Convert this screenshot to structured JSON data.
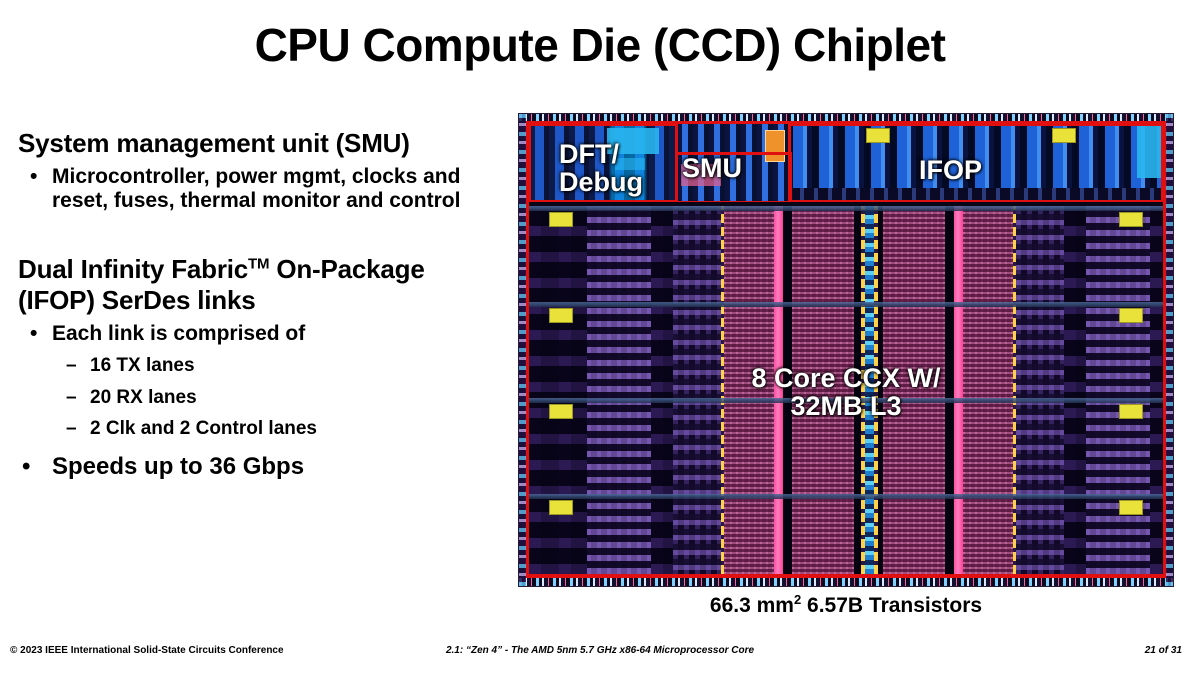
{
  "slide": {
    "title": "CPU Compute Die (CCD) Chiplet"
  },
  "content": {
    "section1": {
      "heading": "System management unit (SMU)",
      "bullet_mark": "•",
      "bullets": [
        "Microcontroller, power mgmt, clocks and reset, fuses, thermal monitor and control"
      ]
    },
    "section2": {
      "heading_line1_pre": "Dual Infinity Fabric",
      "heading_line1_sup": "TM",
      "heading_line1_post": " On-Package",
      "heading_line2": "(IFOP) SerDes links",
      "bullet_mark": "•",
      "dash_mark": "–",
      "bullet1": "Each link is comprised of",
      "sub_bullets": [
        "16 TX lanes",
        "20 RX lanes",
        "2 Clk and 2 Control lanes"
      ],
      "bullet2": "Speeds up to 36 Gbps"
    }
  },
  "die_figure": {
    "labels": {
      "dft_debug": "DFT/\nDebug",
      "smu": "SMU",
      "ifop": "IFOP",
      "ccx": "8 Core CCX W/\n32MB L3"
    },
    "caption_pre": "66.3 mm",
    "caption_sup": "2",
    "caption_post": " 6.57B Transistors",
    "colors": {
      "die_outline": "#e01010",
      "label_text": "#ffffff",
      "l3_cache": "#7a2352",
      "pink_stripe": "#ff4fa2",
      "core_logic": "#a87ef0",
      "io_blue": "#2f6fe0",
      "cyan_block": "#29b6f0",
      "yellow_pad": "#e8e23a"
    }
  },
  "footer": {
    "left": "© 2023 IEEE International Solid-State Circuits Conference",
    "center": "2.1: “Zen 4” - The AMD 5nm 5.7 GHz x86-64 Microprocessor Core",
    "right": "21 of 31"
  }
}
